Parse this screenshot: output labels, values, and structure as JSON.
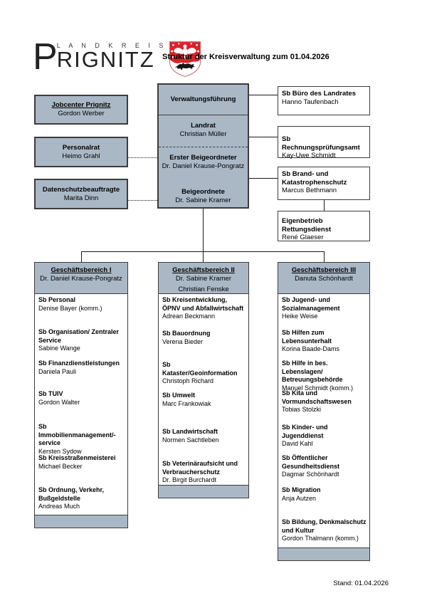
{
  "header": {
    "logo_p": "P",
    "logo_small": "L A N D K R E I S",
    "logo_large": "RIGNITZ",
    "title": "Struktur der Kreisverwaltung zum 01.04.2026"
  },
  "left_boxes": [
    {
      "title": "Jobcenter Prignitz",
      "person": "Gordon Werber"
    },
    {
      "title": "Personalrat",
      "person": "Heimo Grahl"
    },
    {
      "title": "Datenschutzbeauftragte",
      "person": "Marita Dinn"
    }
  ],
  "center_box": {
    "top_label": "Verwaltungsführung",
    "sections": [
      {
        "title": "Landrat",
        "person": "Christian Müller"
      },
      {
        "title": "Erster Beigeordneter",
        "person": "Dr. Daniel Krause-Pongratz"
      },
      {
        "title": "Beigeordnete",
        "person": "Dr. Sabine Kramer"
      }
    ]
  },
  "right_boxes": [
    {
      "title": "Sb Büro des Landrates",
      "person": "Hanno Taufenbach"
    },
    {
      "title": "Sb Rechnungsprüfungsamt",
      "person": "Kay-Uwe Schmidt"
    },
    {
      "title": "Sb Brand- und Katastrophenschutz",
      "person": "Marcus Bethmann"
    },
    {
      "title": "Eigenbetrieb Rettungsdienst",
      "person": "René Glaeser"
    }
  ],
  "departments": [
    {
      "header": {
        "title": "Geschäftsbereich I",
        "person": "Dr. Daniel Krause-Pongratz"
      },
      "units": [
        {
          "title": "Sb Personal",
          "person": "Denise Bayer (komm.)"
        },
        {
          "title": "Sb Organisation/ Zentraler Service",
          "person": "Sabine Wange"
        },
        {
          "title": "Sb Finanzdienstleistungen",
          "person": "Daniela Pauli"
        },
        {
          "title": "Sb TUIV",
          "person": "Gordon Walter"
        },
        {
          "title": "Sb Immobilienmanagement/-service",
          "person": "Kersten Sydow"
        },
        {
          "title": "Sb Kreisstraßenmeisterei",
          "person": "Michael Becker"
        },
        {
          "title": "Sb Ordnung, Verkehr, Bußgeldstelle",
          "person": "Andreas Much"
        }
      ]
    },
    {
      "header": {
        "title": "Geschäftsbereich II",
        "person": "Dr. Sabine Kramer",
        "person2": "Christian Fenske"
      },
      "units": [
        {
          "title": "Sb Kreisentwicklung, ÖPNV und Abfallwirtschaft",
          "person": "Adrean Beckmann"
        },
        {
          "title": "Sb Bauordnung",
          "person": "Verena Bieder"
        },
        {
          "title": "Sb Kataster/Geoinformation",
          "person": "Christoph Richard"
        },
        {
          "title": "Sb Umwelt",
          "person": "Marc Frankowiak"
        },
        {
          "title": "Sb Landwirtschaft",
          "person": "Normen Sachtleben"
        },
        {
          "title": "Sb Veterinäraufsicht und Verbraucherschutz",
          "person": "Dr. Birgit Burchardt"
        }
      ]
    },
    {
      "header": {
        "title": "Geschäftsbereich III",
        "person": "Danuta Schönhardt"
      },
      "units": [
        {
          "title": "Sb Jugend- und Sozialmanagement",
          "person": "Heike Weise"
        },
        {
          "title": "Sb Hilfen zum Lebensunterhalt",
          "person": "Korina Baade-Dams"
        },
        {
          "title": "Sb Hilfe in bes. Lebenslagen/ Betreuungsbehörde",
          "person": "Manuel Schmidt (komm.)"
        },
        {
          "title": "Sb Kita und Vormundschaftswesen",
          "person": "Tobias Stolzki"
        },
        {
          "title": "Sb Kinder- und Jugenddienst",
          "person": "David Kahl"
        },
        {
          "title": "Sb Öffentlicher Gesundheitsdienst",
          "person": "Dagmar Schönhardt"
        },
        {
          "title": "Sb Migration",
          "person": "Anja Autzen"
        },
        {
          "title": "Sb Bildung, Denkmalschutz und Kultur",
          "person": "Gordon Thalmann (komm.)"
        }
      ]
    }
  ],
  "footer": {
    "stand": "Stand: 01.04.2026"
  },
  "colors": {
    "box_fill": "#aab8c6",
    "border": "#3c3c3c",
    "crest_red": "#d8232a"
  }
}
